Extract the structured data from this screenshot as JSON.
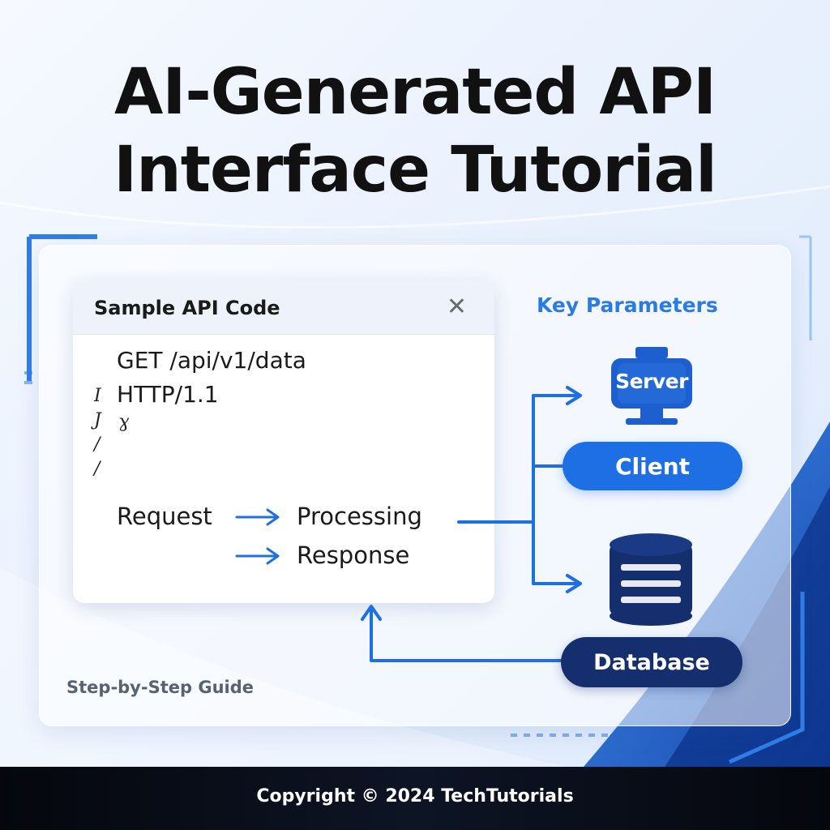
{
  "title": {
    "line1": "AI-Generated API",
    "line2": "Interface Tutorial"
  },
  "code_panel": {
    "title": "Sample API Code",
    "close_glyph": "✕",
    "lines": [
      "GET /api/v1/data",
      "HTTP/1.1"
    ],
    "margin_marks": [
      "I",
      "J",
      "/",
      "/"
    ],
    "stray_mark": "ɣ"
  },
  "flow": {
    "request": "Request",
    "processing": "Processing",
    "response": "Response"
  },
  "parameters": {
    "heading": "Key Parameters",
    "server": "Server",
    "client": "Client",
    "database": "Database"
  },
  "guide_label": "Step-by-Step Guide",
  "footer": {
    "copyright": "Copyright © 2024 TechTutorials"
  },
  "colors": {
    "accent_blue": "#1e6fe3",
    "navy": "#152e6e",
    "heading_blue": "#2b7be4"
  },
  "icons": [
    "close-icon",
    "server-icon",
    "database-icon",
    "arrow-right-icon",
    "arrow-up-icon"
  ]
}
